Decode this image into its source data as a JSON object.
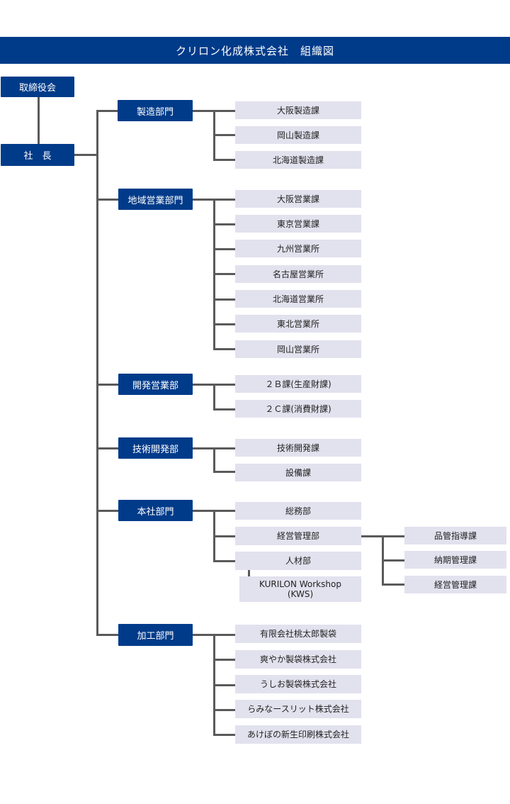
{
  "title": "クリロン化成株式会社　組織図",
  "board": "取締役会",
  "president": "社　長",
  "departments": [
    {
      "name": "製造部門",
      "units": [
        "大阪製造課",
        "岡山製造課",
        "北海道製造課"
      ]
    },
    {
      "name": "地域営業部門",
      "units": [
        "大阪営業課",
        "東京営業課",
        "九州営業所",
        "名古屋営業所",
        "北海道営業所",
        "東北営業所",
        "岡山営業所"
      ]
    },
    {
      "name": "開発営業部",
      "units": [
        "２Ｂ課(生産財課)",
        "２Ｃ課(消費財課)"
      ]
    },
    {
      "name": "技術開発部",
      "units": [
        "技術開発課",
        "設備課"
      ]
    },
    {
      "name": "本社部門",
      "units": [
        "総務部",
        "経営管理部",
        "人材部"
      ],
      "sub_unit": "KURILON Workshop\n(KWS)",
      "sub_sections": [
        "品管指導課",
        "納期管理課",
        "経営管理課"
      ]
    },
    {
      "name": "加工部門",
      "units": [
        "有限会社桃太郎製袋",
        "爽やか製袋株式会社",
        "うしお製袋株式会社",
        "らみなースリット株式会社",
        "あけぼの新生印刷株式会社"
      ]
    }
  ]
}
